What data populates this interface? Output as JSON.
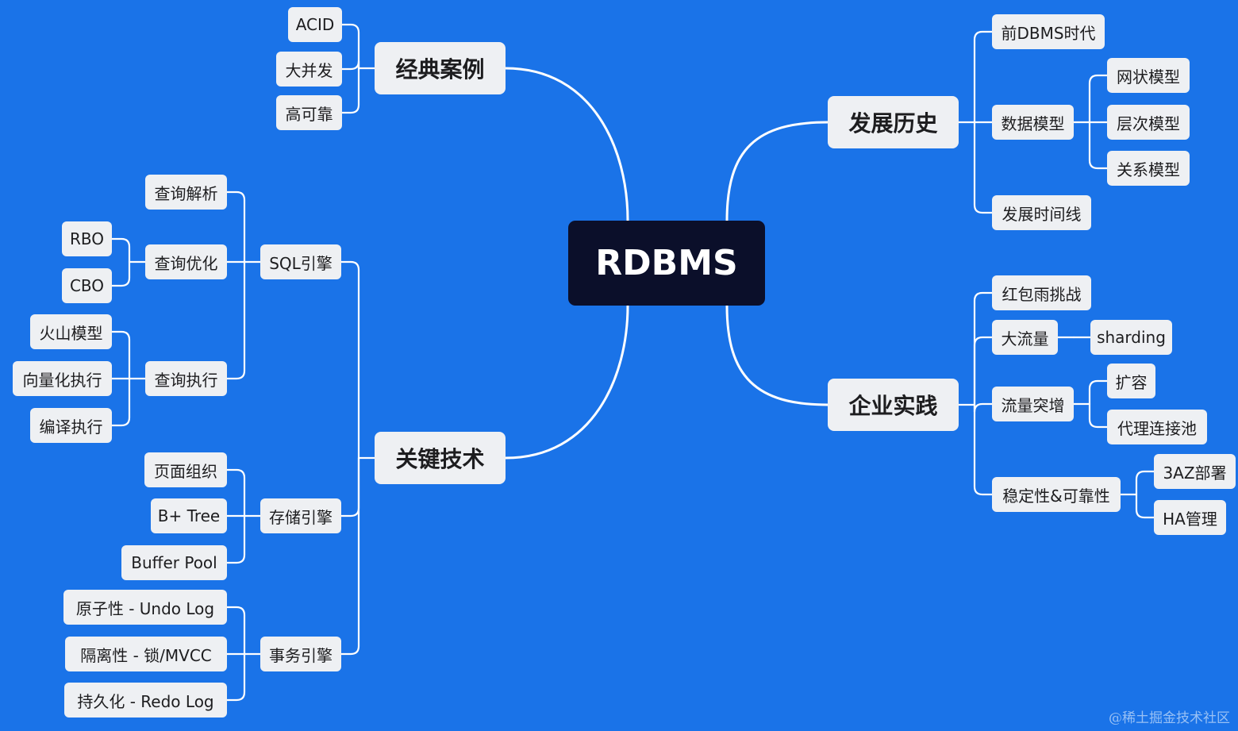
{
  "mindmap": {
    "root": "RDBMS",
    "branches": {
      "classic_cases": {
        "label": "经典案例",
        "items": [
          "ACID",
          "大并发",
          "高可靠"
        ]
      },
      "key_tech": {
        "label": "关键技术",
        "sql_engine": {
          "label": "SQL引擎",
          "parse": "查询解析",
          "optimize": {
            "label": "查询优化",
            "items": [
              "RBO",
              "CBO"
            ]
          },
          "execute": {
            "label": "查询执行",
            "items": [
              "火山模型",
              "向量化执行",
              "编译执行"
            ]
          }
        },
        "storage_engine": {
          "label": "存储引擎",
          "items": [
            "页面组织",
            "B+ Tree",
            "Buffer Pool"
          ]
        },
        "txn_engine": {
          "label": "事务引擎",
          "items": [
            "原子性 - Undo Log",
            "隔离性 - 锁/MVCC",
            "持久化 - Redo Log"
          ]
        }
      },
      "history": {
        "label": "发展历史",
        "pre_dbms": "前DBMS时代",
        "data_model": {
          "label": "数据模型",
          "items": [
            "网状模型",
            "层次模型",
            "关系模型"
          ]
        },
        "timeline": "发展时间线"
      },
      "practice": {
        "label": "企业实践",
        "red_packet": "红包雨挑战",
        "big_traffic": {
          "label": "大流量",
          "items": [
            "sharding"
          ]
        },
        "traffic_burst": {
          "label": "流量突增",
          "items": [
            "扩容",
            "代理连接池"
          ]
        },
        "stability": {
          "label": "稳定性&可靠性",
          "items": [
            "3AZ部署",
            "HA管理"
          ]
        }
      }
    }
  },
  "watermark": "@稀土掘金技术社区",
  "colors": {
    "background": "#1a73e8",
    "node": "#eef0f3",
    "root": "#0b0f2a",
    "line": "#ffffff"
  }
}
